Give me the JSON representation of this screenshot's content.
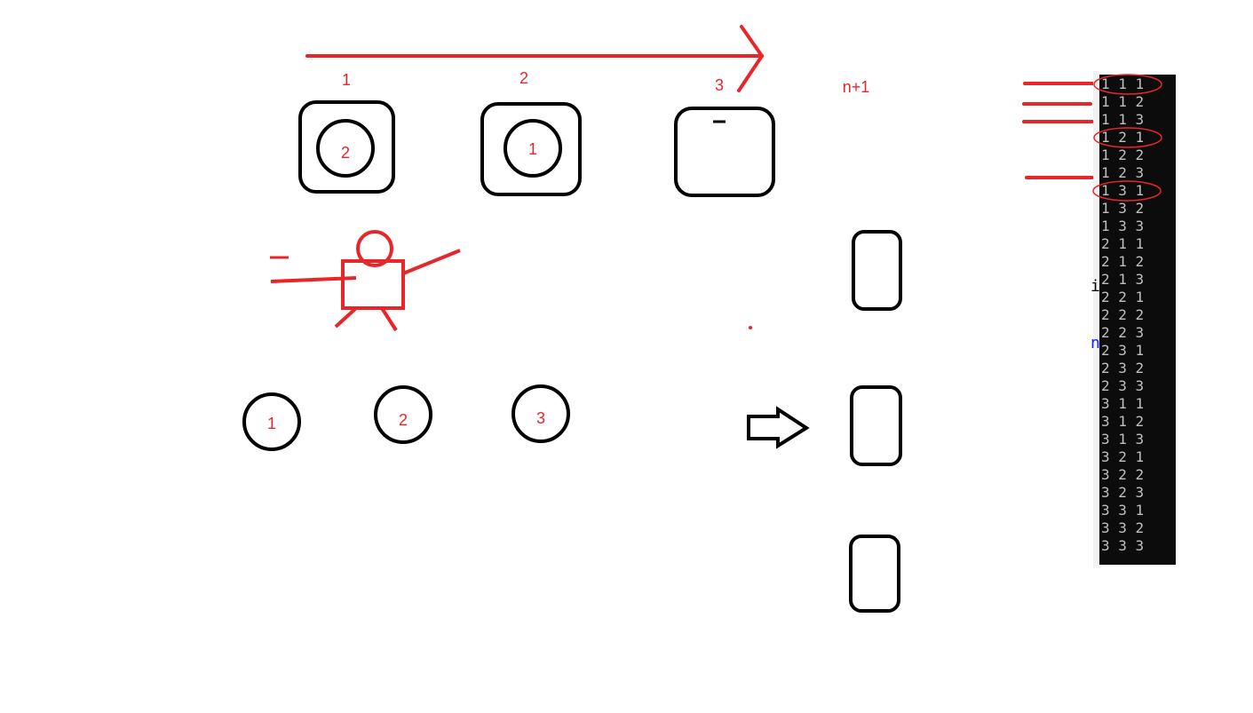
{
  "diagram": {
    "box_numbers": [
      "1",
      "2",
      "3",
      "n+1"
    ],
    "coins_in_boxes": [
      "2",
      "1"
    ],
    "coins_below": [
      "1",
      "2",
      "3"
    ]
  },
  "console": {
    "rows": [
      "1 1 1",
      "1 1 2",
      "1 1 3",
      "1 2 1",
      "1 2 2",
      "1 2 3",
      "1 3 1",
      "1 3 2",
      "1 3 3",
      "2 1 1",
      "2 1 2",
      "2 1 3",
      "2 2 1",
      "2 2 2",
      "2 2 3",
      "2 3 1",
      "2 3 2",
      "2 3 3",
      "3 1 1",
      "3 1 2",
      "3 1 3",
      "3 2 1",
      "3 2 2",
      "3 2 3",
      "3 3 1",
      "3 3 2",
      "3 3 3"
    ],
    "circled_rows": [
      0,
      3,
      6
    ],
    "arrow_rows": [
      0,
      1,
      2,
      5
    ]
  },
  "background_fragments": [
    "i",
    "n"
  ],
  "colors": {
    "ink_red": "#e8262a",
    "ink_black": "#000000",
    "console_bg": "#0c0c0c",
    "console_text": "#c0c0c0",
    "code_blue": "#1a1aff"
  }
}
